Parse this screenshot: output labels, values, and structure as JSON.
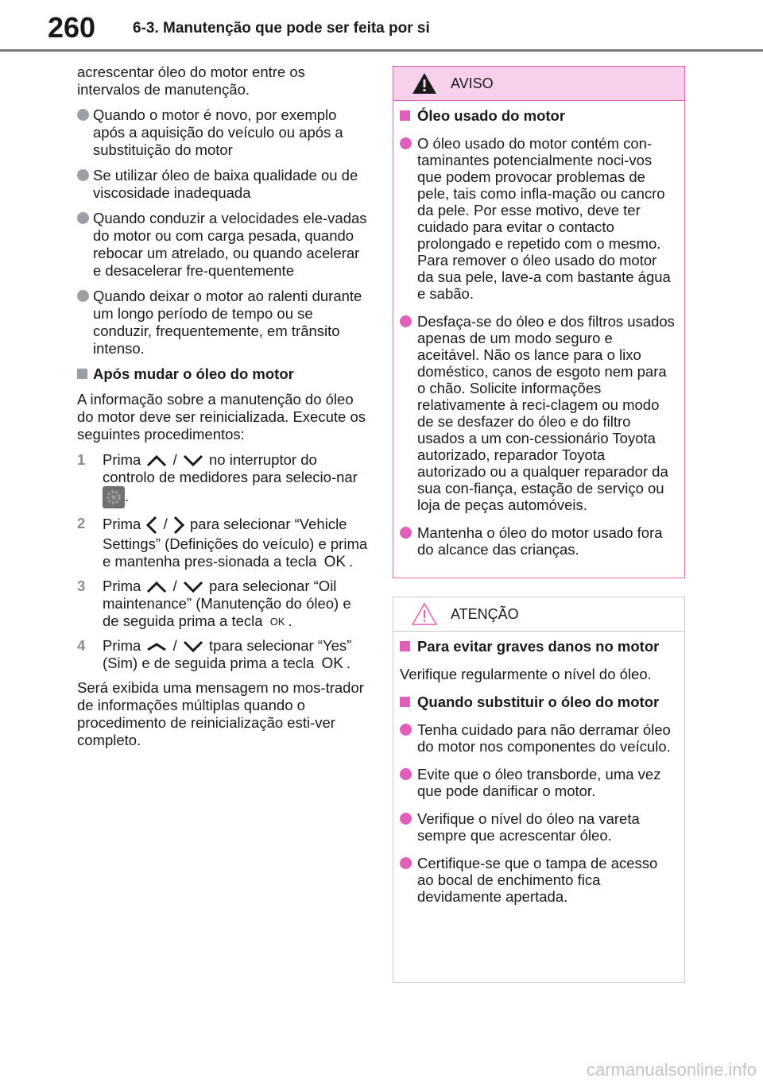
{
  "header": {
    "page_number": "260",
    "section_title": "6-3. Manutenção que pode ser feita por si"
  },
  "left": {
    "intro": "acrescentar óleo do motor entre os intervalos de manutenção.",
    "bullets": [
      "Quando o motor é novo, por exemplo após a aquisição do veículo ou após a substituição do motor",
      "Se utilizar óleo de baixa qualidade ou de viscosidade inadequada",
      "Quando conduzir a velocidades ele-vadas do motor ou com carga pesada, quando rebocar um atrelado, ou quando acelerar e desacelerar fre-quentemente",
      "Quando deixar o motor ao ralenti durante um longo período de tempo ou se conduzir, frequentemente, em trânsito intenso."
    ],
    "heading": "Após mudar o óleo do motor",
    "para": "A informação sobre a manutenção do óleo do motor deve ser reinicializada. Execute os seguintes procedimentos:",
    "steps": [
      {
        "num": "1",
        "a": "Prima",
        "sep": "/",
        "b": "no interruptor do controlo de medidores para selecio-nar",
        "c": "."
      },
      {
        "num": "2",
        "a": "Prima",
        "sep": "/",
        "b": "para selecionar “Vehicle Settings” (Definições do veículo) e prima e mantenha pres-sionada a tecla",
        "ok": "OK",
        "c": "."
      },
      {
        "num": "3",
        "a": "Prima",
        "sep": "/",
        "b": "para selecionar “Oil maintenance” (Manutenção do óleo) e de seguida prima a tecla",
        "ok": "OK",
        "c": "."
      },
      {
        "num": "4",
        "a": "Prima",
        "sep": "/",
        "b": "tpara selecionar “Yes” (Sim) e de seguida prima a tecla",
        "ok": "OK",
        "c": "."
      }
    ],
    "closing": "Será exibida uma mensagem no mos-trador de informações múltiplas quando o procedimento de reinicialização esti-ver completo."
  },
  "aviso": {
    "title": "AVISO",
    "heading": "Óleo usado do motor",
    "bullets": [
      "O óleo usado do motor contém con-taminantes potencialmente noci-vos que podem provocar problemas de pele, tais como infla-mação ou cancro da pele. Por esse motivo, deve ter cuidado para evitar o contacto prolongado e repetido com o mesmo. Para remover o óleo usado do motor da sua pele, lave-a com bastante água e sabão.",
      "Desfaça-se do óleo e dos filtros usados apenas de um modo seguro e aceitável. Não os lance para o lixo doméstico, canos de esgoto nem para o chão. Solicite informações relativamente à reci-clagem ou modo de se desfazer do óleo e do filtro usados a um con-cessionário Toyota autorizado, reparador Toyota autorizado ou a qualquer reparador da sua con-fiança, estação de serviço ou loja de peças automóveis.",
      "Mantenha o óleo do motor usado fora do alcance das crianças."
    ]
  },
  "atencao": {
    "title": "ATENÇÃO",
    "heading1": "Para evitar graves danos no motor",
    "para1": "Verifique regularmente o nível do óleo.",
    "heading2": "Quando substituir o óleo do motor",
    "bullets": [
      "Tenha cuidado para não derramar óleo do motor nos componentes do veículo.",
      "Evite que o óleo transborde, uma vez que pode danificar o motor.",
      "Verifique o nível do óleo na vareta sempre que acrescentar óleo.",
      "Certifique-se que o tampa de acesso ao bocal de enchimento fica devidamente apertada."
    ]
  },
  "watermark": "carmanualsonline.info",
  "colors": {
    "accent": "#e05fb8",
    "bullet": "#9aa0a6",
    "aviso_header": "#f7d0ec"
  },
  "icons": [
    "chevron-up-icon",
    "chevron-down-icon",
    "chevron-left-icon",
    "chevron-right-icon",
    "gear-icon",
    "warning-triangle-icon"
  ]
}
